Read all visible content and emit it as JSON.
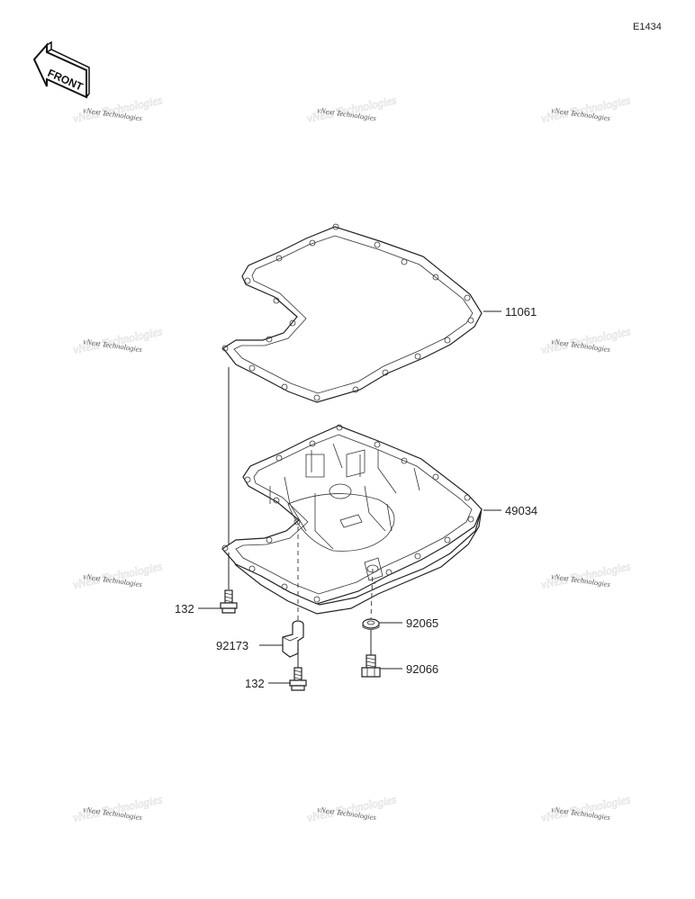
{
  "diagram_code": "E1434",
  "front_label": "FRONT",
  "watermark": "vNext Technologies",
  "parts": [
    {
      "number": "11061"
    },
    {
      "number": "49034"
    },
    {
      "number": "132"
    },
    {
      "number": "92173"
    },
    {
      "number": "132"
    },
    {
      "number": "92065"
    },
    {
      "number": "92066"
    }
  ]
}
